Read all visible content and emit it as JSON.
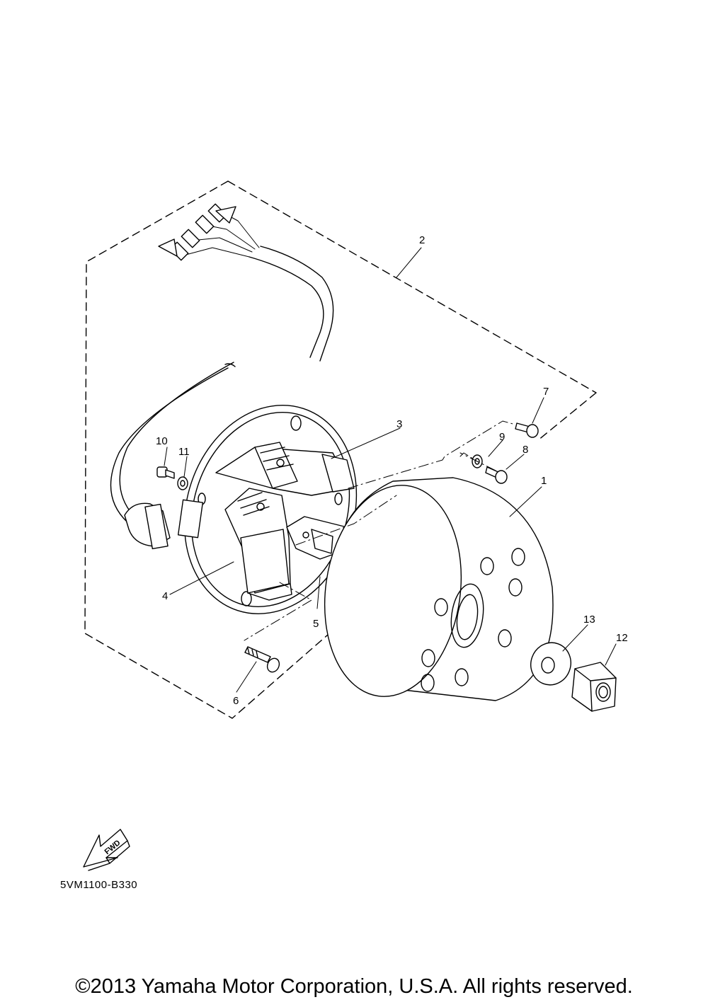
{
  "callouts": [
    "1",
    "2",
    "3",
    "4",
    "5",
    "6",
    "7",
    "8",
    "9",
    "10",
    "11",
    "12",
    "13"
  ],
  "fwd_label": "FWD",
  "part_code": "5VM1100-B330",
  "copyright": "©2013 Yamaha Motor Corporation, U.S.A. All rights reserved."
}
